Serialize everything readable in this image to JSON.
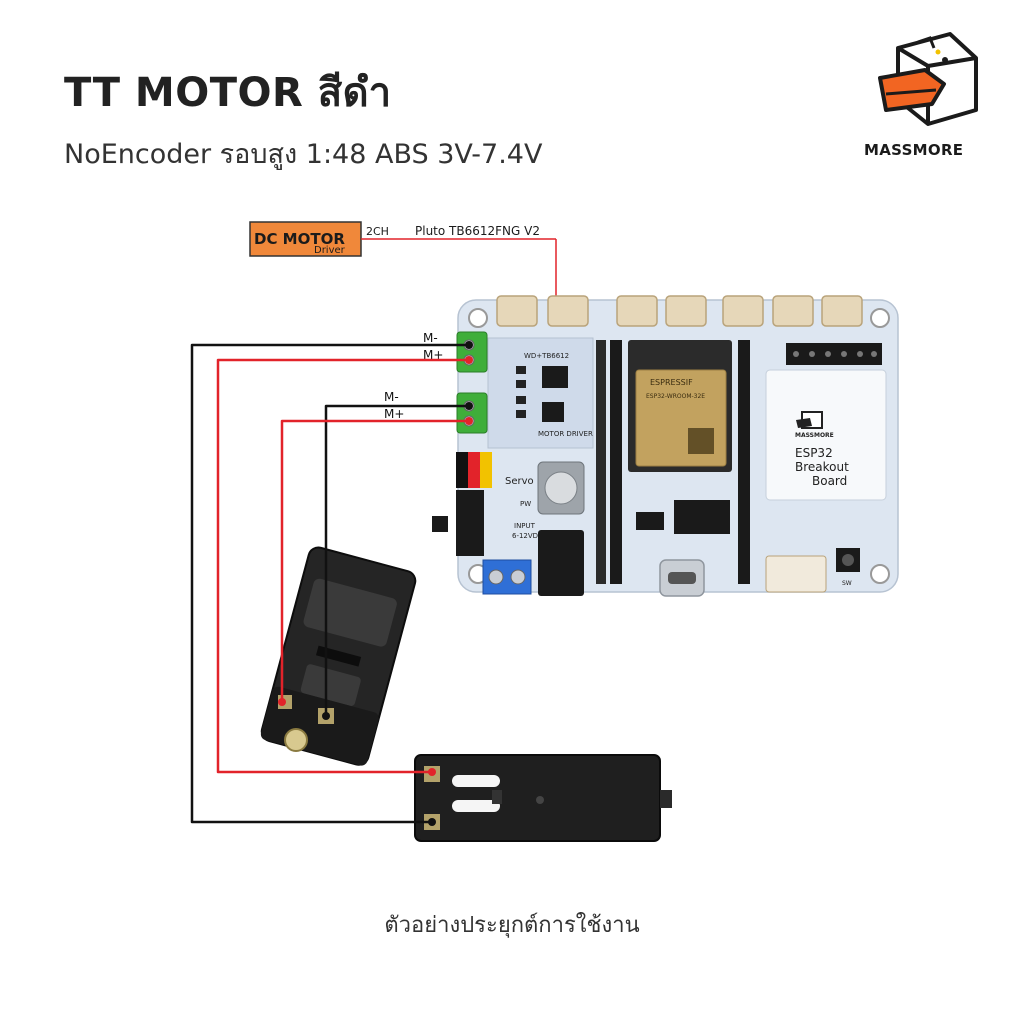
{
  "header": {
    "title": "TT MOTOR สีดำ",
    "subtitle": "NoEncoder รอบสูง 1:48 ABS 3V-7.4V"
  },
  "brand": {
    "name": "MASSMORE"
  },
  "driver_badge": {
    "line1": "DC MOTOR",
    "line2": "Driver",
    "channels": "2CH",
    "model": "Pluto TB6612FNG V2"
  },
  "terminals": {
    "a_minus": "M-",
    "a_plus": "M+",
    "b_minus": "M-",
    "b_plus": "M+"
  },
  "board": {
    "driver_chip_label": "WD+TB6612",
    "driver_section": "MOTOR DRIVER",
    "servo_label": "Servo",
    "module_brand": "ESPRESSIF",
    "module_model": "ESP32-WROOM-32E",
    "breakout_brand": "MASSMORE",
    "breakout_line1": "ESP32",
    "breakout_line2": "Breakout",
    "breakout_line3": "Board",
    "switch_label": "SW",
    "input_label": "INPUT",
    "input_range": "6-12VDC",
    "power_label": "PW"
  },
  "caption": "ตัวอย่างประยุกต์การใช้งาน",
  "colors": {
    "wire_red": "#e2232a",
    "wire_black": "#111111",
    "badge_orange": "#f0883a",
    "board_bg": "#dde6f1",
    "terminal_green": "#3fae3a",
    "brand_orange": "#f26522"
  }
}
